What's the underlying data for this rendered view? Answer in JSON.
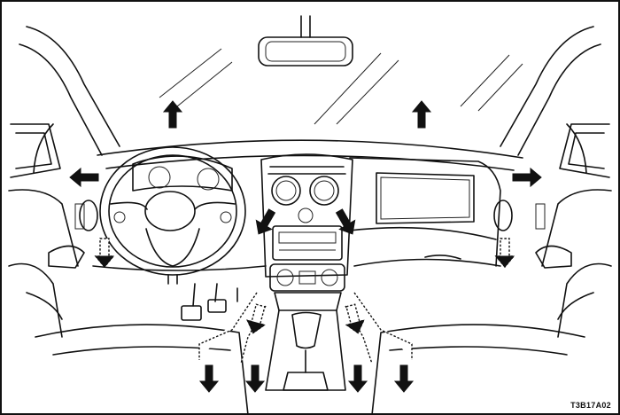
{
  "figure": {
    "code": "T3B17A02"
  },
  "arrows": {
    "solid_up": [
      {
        "name": "windshield-vent-arrow-left"
      },
      {
        "name": "windshield-vent-arrow-right"
      }
    ],
    "solid_side": [
      {
        "name": "side-window-vent-arrow-left",
        "dir": "left"
      },
      {
        "name": "side-window-vent-arrow-right",
        "dir": "right"
      }
    ],
    "solid_down": [
      {
        "name": "center-vent-arrow-left"
      },
      {
        "name": "center-vent-arrow-right"
      },
      {
        "name": "floor-vent-arrow-1"
      },
      {
        "name": "floor-vent-arrow-2"
      },
      {
        "name": "floor-vent-arrow-3"
      },
      {
        "name": "floor-vent-arrow-4"
      }
    ],
    "dashed_down": [
      {
        "name": "side-vent-dashed-arrow-left"
      },
      {
        "name": "side-vent-dashed-arrow-right"
      },
      {
        "name": "footwell-dashed-arrow-left"
      },
      {
        "name": "footwell-dashed-arrow-right"
      }
    ]
  }
}
